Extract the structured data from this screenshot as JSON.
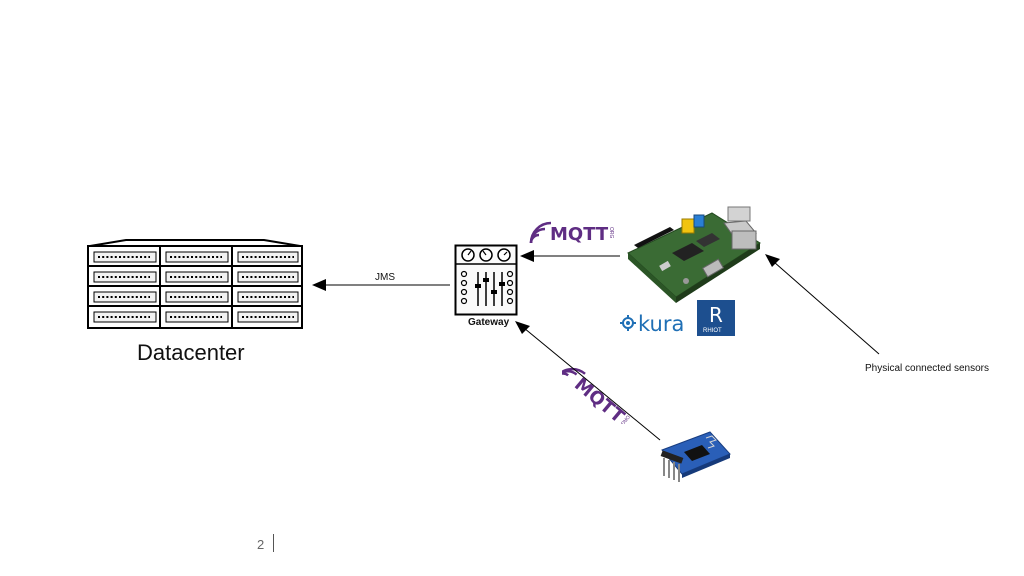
{
  "diagram": {
    "datacenter_label": "Datacenter",
    "gateway_label": "Gateway",
    "jms_label": "JMS",
    "sensors_label": "Physical connected sensors",
    "mqtt_logo_text": "MQTT",
    "mqtt_logo_suffix": "ORG",
    "kura_logo_text": "kura",
    "rhiot_logo_letter": "R",
    "rhiot_logo_text": "RHIOT"
  },
  "footer": {
    "page_number": "2"
  },
  "colors": {
    "mqtt_purple": "#5f2d83",
    "kura_blue": "#1f6fb5",
    "rhiot_blue": "#1d4f8f",
    "pcb_green": "#3a6b34",
    "esp_blue": "#2a5fb8"
  }
}
